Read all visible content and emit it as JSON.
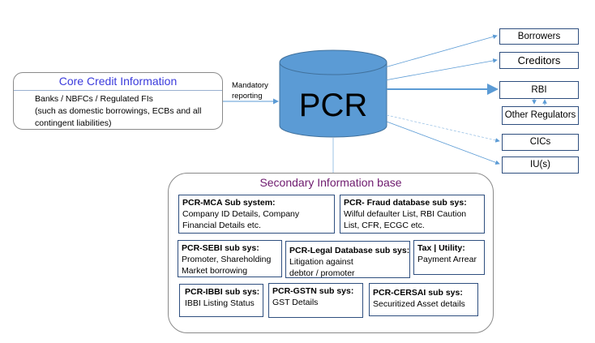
{
  "core": {
    "title": "Core Credit Information",
    "lines": [
      "Banks / NBFCs / Regulated FIs",
      "(such as domestic borrowings, ECBs and all",
      "contingent liabilities)"
    ]
  },
  "edge_label": [
    "Mandatory",
    "reporting"
  ],
  "hub": {
    "label": "PCR",
    "color": "#5b9bd5"
  },
  "outputs": [
    "Borrowers",
    "Creditors",
    "RBI",
    "Other Regulators",
    "CICs",
    "IU(s)"
  ],
  "secondary": {
    "title": "Secondary Information base",
    "subsystems": [
      {
        "title": "PCR-MCA Sub system:",
        "lines": [
          "Company ID Details, Company",
          "Financial Details etc."
        ]
      },
      {
        "title": "PCR- Fraud database sub sys:",
        "lines": [
          "Wilful defaulter List, RBI Caution",
          "List, CFR, ECGC etc."
        ]
      },
      {
        "title": "PCR-SEBI sub sys:",
        "lines": [
          "Promoter, Shareholding",
          "Market borrowing"
        ]
      },
      {
        "title": "PCR-Legal Database sub sys:",
        "lines": [
          "Litigation against",
          "debtor / promoter"
        ]
      },
      {
        "title": "Tax | Utility:",
        "lines": [
          "Payment Arrear"
        ]
      },
      {
        "title": "PCR-IBBI sub sys:",
        "lines": [
          "IBBI Listing Status"
        ]
      },
      {
        "title": "PCR-GSTN sub sys:",
        "lines": [
          "GST Details"
        ]
      },
      {
        "title": "PCR-CERSAI sub sys:",
        "lines": [
          "Securitized Asset details"
        ]
      }
    ]
  },
  "colors": {
    "arrow": "#5b9bd5",
    "box_border": "#2f4f7f",
    "core_title": "#3b3bdc",
    "secondary_title": "#6e1a6e"
  }
}
